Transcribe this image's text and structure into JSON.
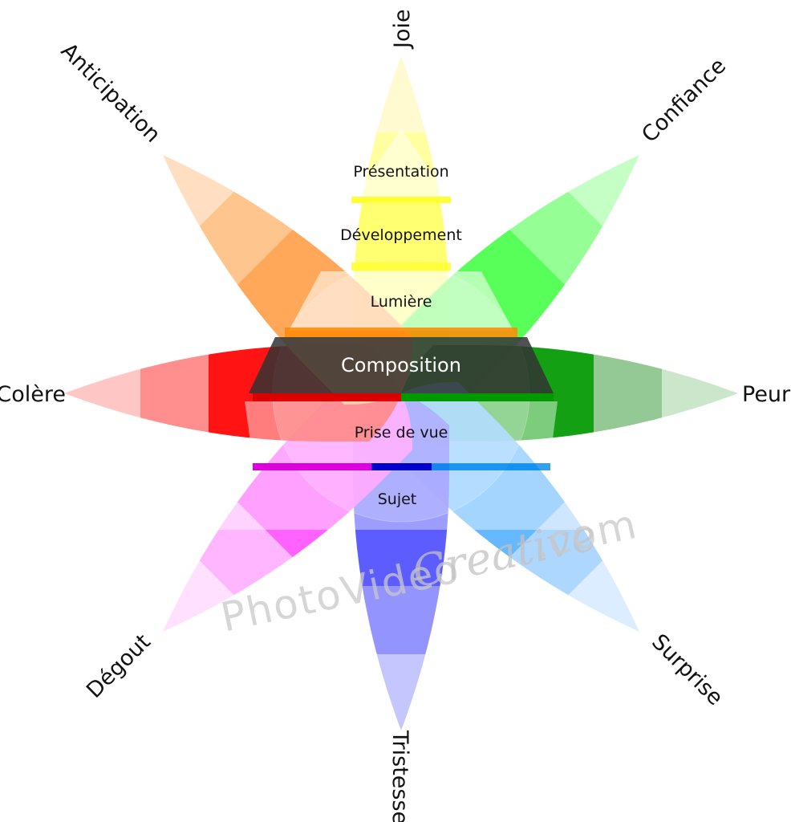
{
  "emotions": [
    {
      "label": "Joie",
      "angle": 0,
      "colors": [
        "#fffacc",
        "#ffff99",
        "#ffff66"
      ]
    },
    {
      "label": "Confiance",
      "angle": 45,
      "colors": [
        "#c2ffc2",
        "#8dff8d",
        "#4cff4c"
      ]
    },
    {
      "label": "Peur",
      "angle": 90,
      "colors": [
        "#c8e4c8",
        "#8cc48c",
        "#009900"
      ]
    },
    {
      "label": "Surprise",
      "angle": 135,
      "colors": [
        "#d9ecff",
        "#a8d4ff",
        "#5ab4ff"
      ]
    },
    {
      "label": "Tristesse",
      "angle": 180,
      "colors": [
        "#c2c2ff",
        "#8c8cff",
        "#5050ff"
      ]
    },
    {
      "label": "Dégout",
      "angle": 225,
      "colors": [
        "#ffdfff",
        "#ffb0ff",
        "#ff55ff"
      ]
    },
    {
      "label": "Colère",
      "angle": 270,
      "colors": [
        "#ffc2c2",
        "#ff8585",
        "#ff0000"
      ]
    },
    {
      "label": "Anticipation",
      "angle": 315,
      "colors": [
        "#ffdcbc",
        "#ffc185",
        "#ffa14c"
      ]
    }
  ],
  "layers": {
    "presentation": "Présentation",
    "developpement": "Développement",
    "lumiere": "Lumière",
    "composition": "Composition",
    "prise_de_vue": "Prise de vue",
    "sujet": "Sujet"
  },
  "watermark": {
    "part1": "PhotoVideo",
    "part2": "Creative",
    "part3": ".com"
  }
}
